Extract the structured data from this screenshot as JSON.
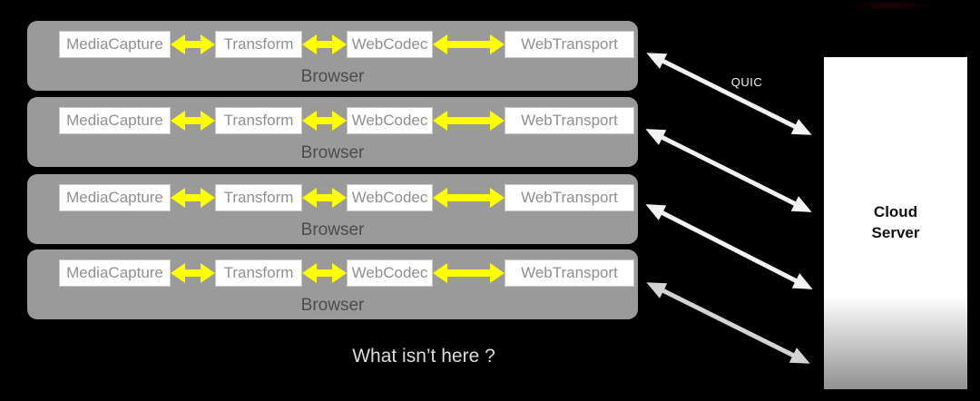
{
  "diagram": {
    "caption": "What isn’t here ?",
    "connection_label": "QUIC",
    "browser": {
      "label": "Browser",
      "row_count": 4,
      "modules": [
        "MediaCapture",
        "Transform",
        "WebCodec",
        "WebTransport"
      ]
    },
    "server": {
      "line1": "Cloud",
      "line2": "Server"
    },
    "colors": {
      "background": "#000000",
      "browser_fill": "#9a9a9a",
      "module_fill": "#ffffff",
      "module_text": "#8f8f8f",
      "browser_text": "#4b4b4b",
      "module_arrow": "#ffff00",
      "quic_arrow": "#f2f2f2",
      "quic_arrow_faded": "#d4d4d4",
      "server_text": "#111111",
      "caption_text": "#dcdcdc"
    }
  }
}
